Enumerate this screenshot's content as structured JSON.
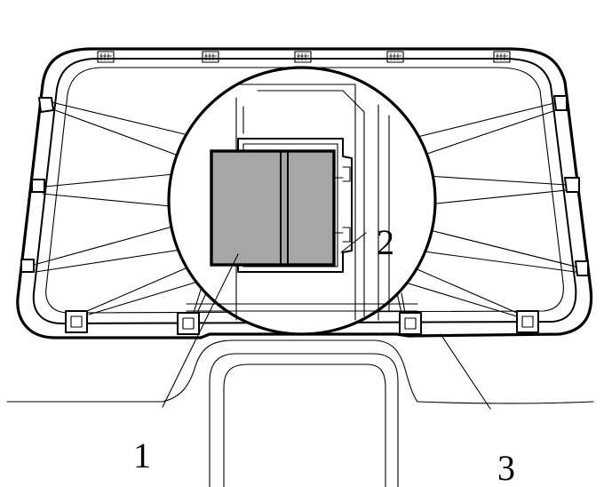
{
  "figure": {
    "callouts": [
      {
        "id": "filter",
        "label": "1"
      },
      {
        "id": "holder",
        "label": "2"
      },
      {
        "id": "frame",
        "label": "3"
      }
    ],
    "filter_fill_color": "#a6a6a6",
    "line_color": "#000000",
    "background_color": "#ffffff"
  }
}
